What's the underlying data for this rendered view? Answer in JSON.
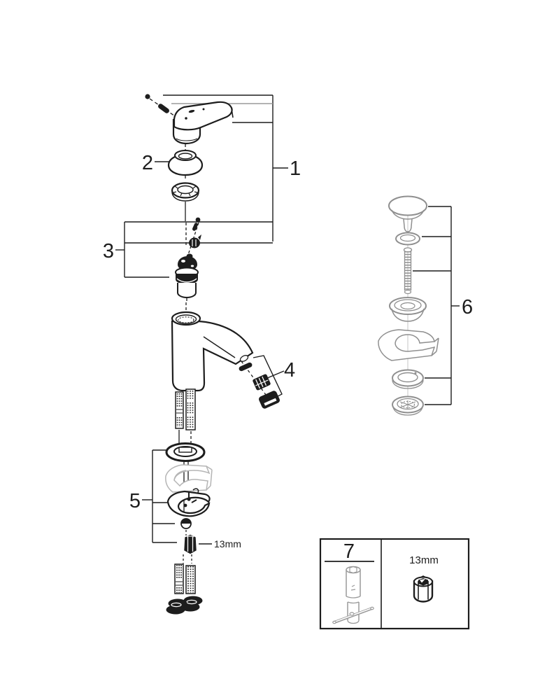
{
  "diagram": {
    "kind": "exploded-parts-diagram",
    "subject": "single-lever basin faucet with pop-up drain",
    "colors": {
      "line": "#1d1d1d",
      "gray": "#8f8f8f",
      "light_gray": "#b5b5b5",
      "background": "#ffffff"
    },
    "callouts": {
      "c1": "1",
      "c2": "2",
      "c3": "3",
      "c4": "4",
      "c5": "5",
      "c6": "6"
    },
    "nut_size_label": "13mm",
    "legend": {
      "number": "7",
      "nut_size_label": "13mm"
    },
    "part_names": [
      "handle-screw",
      "lever-handle",
      "handle-dome-ring",
      "threaded-mounting-ring",
      "cartridge-screw",
      "cartridge-nut",
      "ceramic-cartridge",
      "faucet-body",
      "aerator-gasket",
      "aerator-insert",
      "aerator-housing",
      "base-gasket-ring",
      "deck-cutaway",
      "mounting-horseshoe-bracket",
      "washer-ball",
      "mounting-nut-13mm",
      "supply-hoses",
      "drain-plug",
      "drain-seal-ring",
      "drain-threaded-rod",
      "drain-top-flange",
      "drain-deck-cutaway",
      "drain-washer",
      "drain-bottom-flange",
      "socket-wrench-tool",
      "hex-nut-13mm"
    ]
  }
}
